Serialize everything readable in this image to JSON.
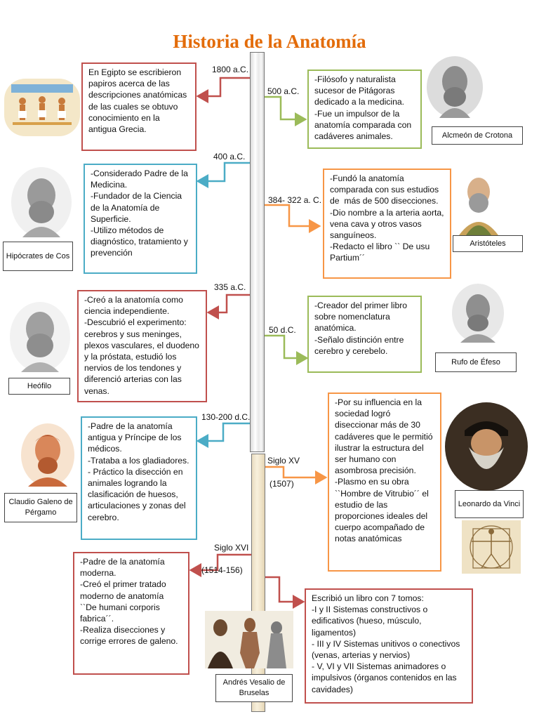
{
  "title": "Historia de la Anatomía",
  "colors": {
    "red": "#c0504d",
    "green": "#9bbb59",
    "blue": "#4bacc6",
    "orange": "#f79646",
    "title": "#e36c0a"
  },
  "dates": {
    "d1800": "1800 a.C.",
    "d500": "500 a.C.",
    "d400": "400 a.C.",
    "d384": "384- 322 a. C.",
    "d335": "335 a.C.",
    "d50": "50 d.C.",
    "d130": "130-200 d.C.",
    "dsxv": "Siglo XV",
    "d1507": "(1507)",
    "dsxvi": "Siglo XVI",
    "d1514": "(1514-156)"
  },
  "boxes": {
    "egipto": [
      "En Egipto se escribieron papiros acerca de las descripciones anatómicas de las cuales se obtuvo conocimiento en la antigua Grecia."
    ],
    "alcmeon": [
      "-Filósofo y naturalista sucesor de Pitágoras dedicado a la medicina.",
      "-Fue un impulsor de la anatomía comparada con cadáveres animales."
    ],
    "hipocrates": [
      "-Considerado Padre de la Medicina.",
      "-Fundador de la Ciencia de la Anatomía de Superficie.",
      "-Utilizo métodos de diagnóstico, tratamiento y prevención"
    ],
    "aristoteles": [
      "-Fundó la anatomía comparada con sus estudios de  más de 500 disecciones.",
      "-Dio nombre a la arteria aorta, vena cava y otros vasos sanguíneos.",
      "-Redacto el libro `` De usu Partium´´"
    ],
    "heofilo": [
      "-Creó a la anatomía como ciencia independiente.",
      "-Descubrió el experimento: cerebros y sus meninges, plexos vasculares, el duodeno y la próstata, estudió los nervios de los tendones y diferenció arterias con las venas."
    ],
    "rufo": [
      "-Creador del primer libro sobre nomenclatura anatómica.",
      "-Señalo distinción entre cerebro y cerebelo."
    ],
    "galeno": [
      "-Padre de la anatomía antigua y Príncipe de los médicos.",
      "-Trataba a los gladiadores.",
      "- Práctico la disección en animales logrando la clasificación de huesos, articulaciones y zonas del cerebro."
    ],
    "leonardo": [
      "-Por su influencia en la sociedad logró diseccionar más de 30 cadáveres que le permitió ilustrar la estructura del ser humano con asombrosa precisión.",
      "-Plasmo en su obra ``Hombre de Vitrubio´´ el estudio de las proporciones ideales del cuerpo acompañado de notas anatómicas"
    ],
    "vesalio": [
      "-Padre de la anatomía moderna.",
      "-Creó el primer tratado moderno de anatomía ``De humani corporis fabrica´´.",
      "-Realiza disecciones y corrige errores de galeno."
    ],
    "tomos": [
      "Escribió un libro con 7 tomos:",
      "-I y II Sistemas constructivos o edificativos (hueso, músculo, ligamentos)",
      "- III y IV Sistemas unitivos o conectivos (venas, arterias y nervios)",
      "- V, VI y VII Sistemas animadores o impulsivos (órganos contenidos en las cavidades)"
    ]
  },
  "names": {
    "alcmeon": "Alcmeón de Crotona",
    "hipocrates": "Hipócrates de Cos",
    "aristoteles": "Aristóteles",
    "heofilo": "Heófilo",
    "rufo": "Rufo de Éfeso",
    "galeno": "Claudio Galeno de Pérgamo",
    "leonardo": "Leonardo da Vinci",
    "vesalio": "Andrés Vesalio de Bruselas"
  },
  "icons": [
    "egyptian-papyrus-icon",
    "bust-icon",
    "portrait-icon",
    "vitruvian-man-icon",
    "anatomy-illustration-icon"
  ]
}
